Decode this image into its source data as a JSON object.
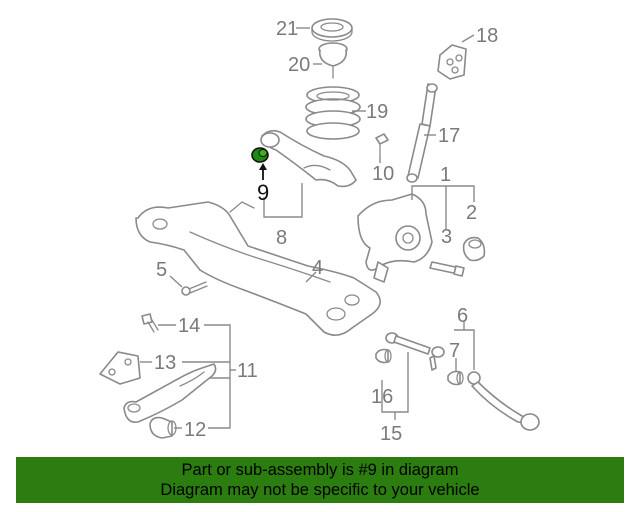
{
  "diagram": {
    "callouts": {
      "c1": "1",
      "c2": "2",
      "c3": "3",
      "c4": "4",
      "c5": "5",
      "c6": "6",
      "c7": "7",
      "c8": "8",
      "c9": "9",
      "c10": "10",
      "c11": "11",
      "c12": "12",
      "c13": "13",
      "c14": "14",
      "c15": "15",
      "c16": "16",
      "c17": "17",
      "c18": "18",
      "c19": "19",
      "c20": "20",
      "c21": "21"
    },
    "highlighted_part": "9",
    "highlight_color": "#1e8a10",
    "line_color": "#8a8a8a"
  },
  "banner": {
    "line1": "Part or sub-assembly is #9 in diagram",
    "line2": "Diagram may not be specific to your vehicle",
    "background": "#2b7d10"
  }
}
